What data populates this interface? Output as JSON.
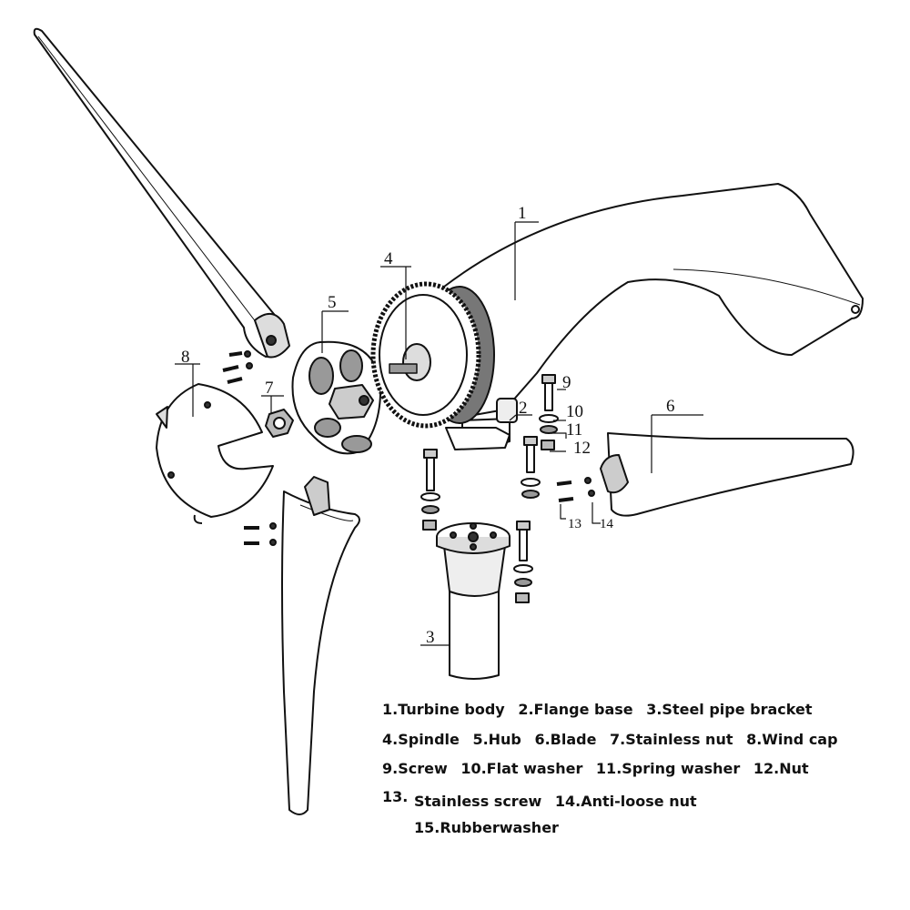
{
  "callouts": [
    "1",
    "2",
    "3",
    "4",
    "5",
    "6",
    "7",
    "8",
    "9",
    "10",
    "11",
    "12",
    "13",
    "14"
  ],
  "legend": {
    "line1": [
      "1.Turbine body",
      "2.Flange base",
      "3.Steel pipe bracket"
    ],
    "line2": [
      "4.Spindle",
      "5.Hub",
      "6.Blade",
      "7.Stainless nut",
      "8.Wind cap"
    ],
    "line3": [
      "9.Screw",
      "10.Flat washer",
      "11.Spring washer",
      "12.Nut"
    ],
    "line4_num": "13.",
    "line4": [
      "Stainless screw",
      "14.Anti-loose nut"
    ],
    "line5": [
      "15.Rubberwasher"
    ]
  }
}
